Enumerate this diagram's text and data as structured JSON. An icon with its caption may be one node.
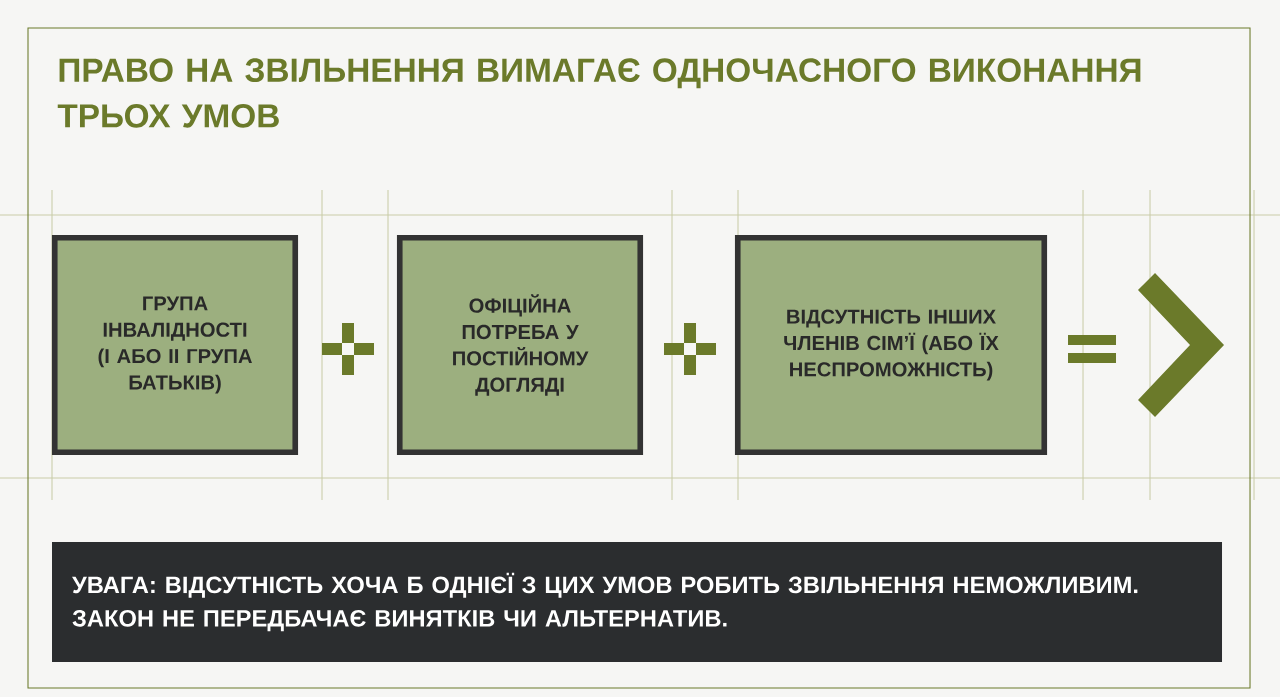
{
  "diagram": {
    "title": "ПРАВО НА ЗВІЛЬНЕННЯ ВИМАГАЄ ОДНОЧАСНОГО ВИКОНАННЯ ТРЬОХ УМОВ",
    "nodes": [
      {
        "text": [
          "ГРУПА ІНВАЛІДНОСТІ (І АБО ІІ ГРУПА БАТЬКІВ)"
        ]
      },
      {
        "text": [
          "ОФІЦІЙНА ПОТРЕБА У ПОСТІЙНОМУ ДОГЛЯДІ"
        ]
      },
      {
        "text": [
          "ВІДСУТНІСТЬ ІНШИХ ЧЛЕНІВ СІМ’Ї (АБО ЇХ НЕСПРОМОЖНІСТЬ)"
        ]
      },
      {
        "text": [
          "УВАГА: ВІДСУТНІСТЬ ХОЧА Б ОДНІЄЇ З ЦИХ УМОВ РОБИТЬ ЗВІЛЬНЕННЯ НЕМОЖЛИВИМ. ЗАКОН НЕ ПЕРЕДБАЧАЄ ВИНЯТКІВ ЧИ АЛЬТЕРНАТИВ."
        ]
      }
    ]
  }
}
